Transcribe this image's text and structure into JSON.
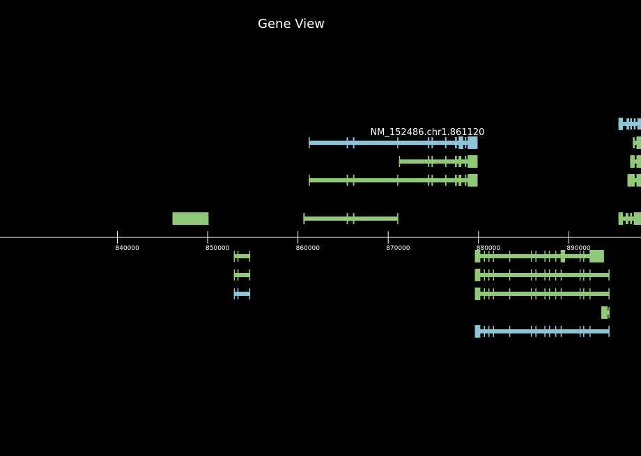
{
  "chart_data": {
    "type": "gene-track",
    "title": "Gene View",
    "xlim": [
      827000,
      898000
    ],
    "ticks": [
      840000,
      850000,
      860000,
      870000,
      880000,
      890000
    ],
    "tick_labels": [
      "840000",
      "850000",
      "860000",
      "870000",
      "880000",
      "890000"
    ],
    "colors": {
      "coding": "#90c978",
      "highlight": "#8ec4d8",
      "axis": "#ffffff",
      "background": "#000000"
    },
    "highlight_label": "NM_152486.chr1.861120",
    "transcripts": [
      {
        "strand": "+",
        "row": 4,
        "color": "coding",
        "start": 846100,
        "end": 850100,
        "exons": [
          [
            846100,
            846600
          ],
          [
            846600,
            850100
          ]
        ],
        "thick": [
          846600,
          850100
        ]
      },
      {
        "strand": "+",
        "row": 4,
        "color": "coding",
        "start": 860600,
        "end": 871100,
        "exons": [
          [
            860600,
            860750
          ],
          [
            865400,
            865550
          ],
          [
            866100,
            866250
          ],
          [
            871000,
            871100
          ]
        ]
      },
      {
        "strand": "+",
        "row": 3,
        "color": "coding",
        "start": 861200,
        "end": 879900,
        "exons": [
          [
            861200,
            861300
          ],
          [
            865400,
            865550
          ],
          [
            866100,
            866250
          ],
          [
            871000,
            871100
          ],
          [
            874400,
            874550
          ],
          [
            874800,
            874950
          ],
          [
            876300,
            876450
          ],
          [
            877400,
            877600
          ],
          [
            877800,
            878100
          ],
          [
            878500,
            878650
          ],
          [
            878800,
            879900
          ]
        ]
      },
      {
        "strand": "+",
        "row": 2,
        "color": "coding",
        "start": 871200,
        "end": 879900,
        "exons": [
          [
            871200,
            871300
          ],
          [
            874400,
            874550
          ],
          [
            874800,
            874950
          ],
          [
            876300,
            876450
          ],
          [
            877400,
            877600
          ],
          [
            877800,
            878100
          ],
          [
            878500,
            878650
          ],
          [
            878800,
            879900
          ]
        ]
      },
      {
        "strand": "+",
        "row": 1,
        "color": "highlight",
        "start": 861200,
        "end": 879900,
        "exons": [
          [
            861200,
            861300
          ],
          [
            865400,
            865550
          ],
          [
            866100,
            866250
          ],
          [
            871000,
            871100
          ],
          [
            874400,
            874550
          ],
          [
            874800,
            874950
          ],
          [
            876300,
            876450
          ],
          [
            877400,
            877600
          ],
          [
            877800,
            878300
          ],
          [
            878500,
            878650
          ],
          [
            878800,
            879900
          ]
        ],
        "labelled": true
      },
      {
        "strand": "+",
        "row": 0,
        "color": "highlight",
        "start": 895500,
        "end": 898000,
        "exons": [
          [
            895500,
            896000
          ],
          [
            896400,
            896700
          ],
          [
            896800,
            897000
          ],
          [
            897200,
            897400
          ],
          [
            897600,
            898000
          ]
        ]
      },
      {
        "strand": "+",
        "row": 1,
        "color": "coding",
        "start": 897100,
        "end": 898000,
        "exons": [
          [
            897100,
            897300
          ],
          [
            897500,
            898000
          ]
        ]
      },
      {
        "strand": "+",
        "row": 2,
        "color": "coding",
        "start": 896800,
        "end": 898000,
        "exons": [
          [
            896800,
            897300
          ],
          [
            897500,
            898000
          ]
        ]
      },
      {
        "strand": "+",
        "row": 3,
        "color": "coding",
        "start": 896500,
        "end": 898000,
        "exons": [
          [
            896500,
            897300
          ],
          [
            897500,
            898000
          ]
        ]
      },
      {
        "strand": "+",
        "row": 4,
        "color": "coding",
        "start": 895500,
        "end": 898000,
        "exons": [
          [
            895500,
            896000
          ],
          [
            896300,
            896600
          ],
          [
            896800,
            897000
          ],
          [
            897200,
            898000
          ]
        ]
      },
      {
        "strand": "-",
        "row": 0,
        "color": "coding",
        "start": 852900,
        "end": 854700,
        "exons": [
          [
            852900,
            853000
          ],
          [
            853300,
            853400
          ],
          [
            854600,
            854700
          ]
        ]
      },
      {
        "strand": "-",
        "row": 1,
        "color": "coding",
        "start": 852900,
        "end": 854700,
        "exons": [
          [
            852900,
            853000
          ],
          [
            853300,
            853400
          ],
          [
            854600,
            854700
          ]
        ]
      },
      {
        "strand": "-",
        "row": 2,
        "color": "highlight",
        "start": 852900,
        "end": 854700,
        "exons": [
          [
            852900,
            853000
          ],
          [
            853300,
            853400
          ],
          [
            854600,
            854700
          ]
        ]
      },
      {
        "strand": "-",
        "row": 0,
        "color": "coding",
        "start": 879600,
        "end": 893900,
        "exons": [
          [
            879600,
            880200
          ],
          [
            880600,
            880700
          ],
          [
            881100,
            881200
          ],
          [
            881600,
            881700
          ],
          [
            883400,
            883500
          ],
          [
            885800,
            885900
          ],
          [
            886300,
            886400
          ],
          [
            887300,
            887400
          ],
          [
            887800,
            887900
          ],
          [
            888500,
            888600
          ],
          [
            889100,
            889600
          ],
          [
            891200,
            891300
          ],
          [
            891600,
            891700
          ],
          [
            892300,
            893900
          ]
        ],
        "thick": [
          879600,
          893900
        ]
      },
      {
        "strand": "-",
        "row": 1,
        "color": "coding",
        "start": 879600,
        "end": 894500,
        "exons": [
          [
            879600,
            880200
          ],
          [
            880600,
            880700
          ],
          [
            881100,
            881200
          ],
          [
            881600,
            881700
          ],
          [
            883400,
            883500
          ],
          [
            885800,
            885900
          ],
          [
            886300,
            886400
          ],
          [
            887300,
            887400
          ],
          [
            887800,
            887900
          ],
          [
            888500,
            888600
          ],
          [
            889100,
            889200
          ],
          [
            891200,
            891300
          ],
          [
            891600,
            891700
          ],
          [
            892300,
            892400
          ],
          [
            894400,
            894500
          ]
        ]
      },
      {
        "strand": "-",
        "row": 2,
        "color": "coding",
        "start": 879600,
        "end": 894500,
        "exons": [
          [
            879600,
            880200
          ],
          [
            880600,
            880700
          ],
          [
            881100,
            881200
          ],
          [
            881600,
            881700
          ],
          [
            883400,
            883500
          ],
          [
            885800,
            885900
          ],
          [
            886300,
            886400
          ],
          [
            887300,
            887400
          ],
          [
            887800,
            887900
          ],
          [
            888500,
            888600
          ],
          [
            889100,
            889200
          ],
          [
            891200,
            891300
          ],
          [
            891600,
            891700
          ],
          [
            892300,
            892400
          ],
          [
            894400,
            894500
          ]
        ]
      },
      {
        "strand": "-",
        "row": 3,
        "color": "coding",
        "start": 893600,
        "end": 894500,
        "exons": [
          [
            893600,
            894300
          ],
          [
            894400,
            894500
          ]
        ]
      },
      {
        "strand": "-",
        "row": 4,
        "color": "highlight",
        "start": 879600,
        "end": 894500,
        "exons": [
          [
            879600,
            880200
          ],
          [
            880600,
            880700
          ],
          [
            881100,
            881200
          ],
          [
            881600,
            881700
          ],
          [
            883400,
            883500
          ],
          [
            885800,
            885900
          ],
          [
            886300,
            886400
          ],
          [
            887300,
            887400
          ],
          [
            887800,
            887900
          ],
          [
            888500,
            888600
          ],
          [
            889100,
            889200
          ],
          [
            891200,
            891300
          ],
          [
            891600,
            891700
          ],
          [
            892300,
            892400
          ],
          [
            894400,
            894500
          ]
        ]
      }
    ]
  }
}
